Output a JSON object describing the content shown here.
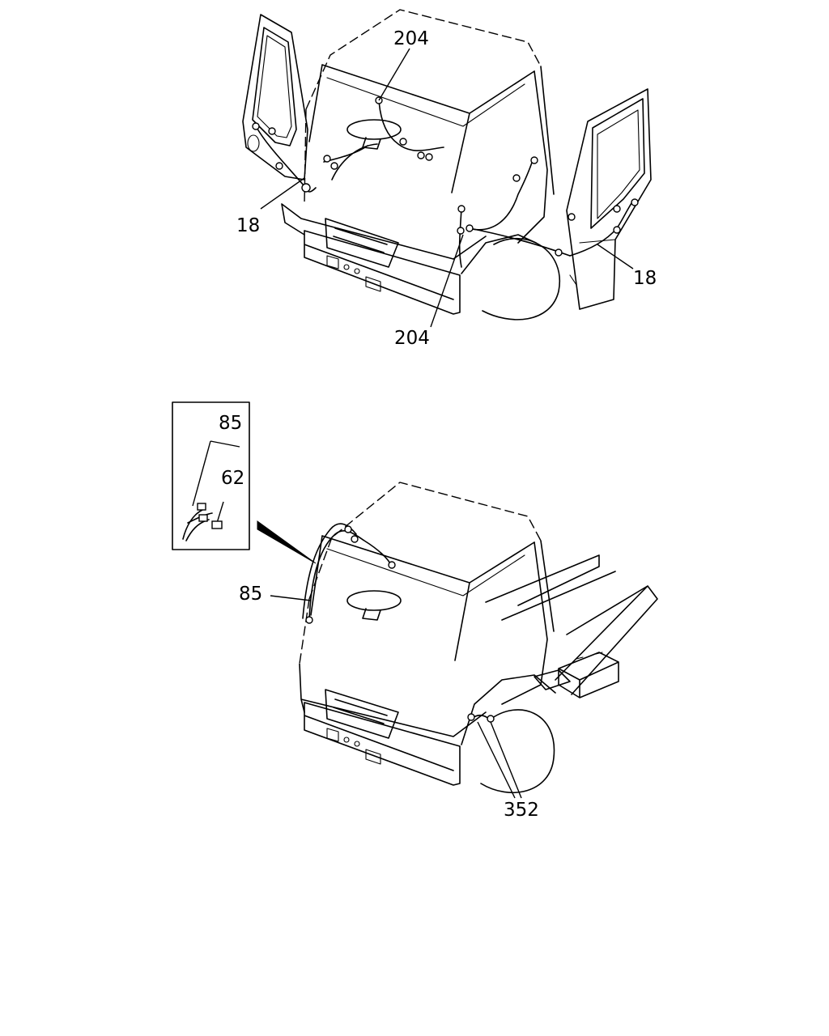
{
  "callouts": {
    "top_view": {
      "harness_204_upper": "204",
      "harness_204_lower": "204",
      "harness_18_left": "18",
      "harness_18_right": "18"
    },
    "inset": {
      "harness_85": "85",
      "connector_62": "62"
    },
    "bottom_view": {
      "harness_85": "85",
      "harness_352": "352"
    }
  }
}
